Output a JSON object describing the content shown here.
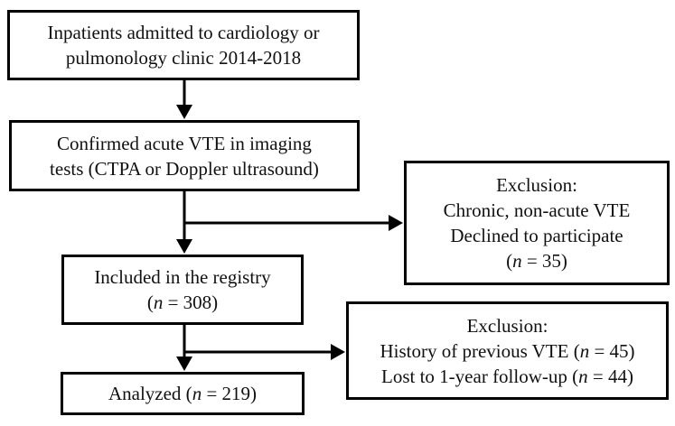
{
  "figure": {
    "type": "flow-diagram",
    "background_color": "#ffffff",
    "line_color": "#000000",
    "boxes": {
      "population": {
        "line1": "Inpatients admitted to cardiology or",
        "line2": "pulmonology clinic 2014-2018"
      },
      "confirmed": {
        "line1": "Confirmed acute VTE in imaging",
        "line2": "tests (CTPA or Doppler ultrasound)"
      },
      "exclusion1": {
        "title": "Exclusion:",
        "line2": "Chronic, non-acute VTE",
        "line3": "Declined to participate",
        "count_pre": "(",
        "count_n": "n",
        "count_post": " = 35)"
      },
      "included": {
        "line1": "Included in the registry",
        "count_pre": "(",
        "count_n": "n",
        "count_post": " = 308)"
      },
      "exclusion2": {
        "title": "Exclusion:",
        "line2_pre": "History of previous VTE (",
        "line2_n": "n",
        "line2_post": " = 45)",
        "line3_pre": "Lost to 1-year follow-up (",
        "line3_n": "n",
        "line3_post": " = 44)"
      },
      "analyzed": {
        "pre": "Analyzed (",
        "n": "n",
        "post": " = 219)"
      }
    }
  }
}
